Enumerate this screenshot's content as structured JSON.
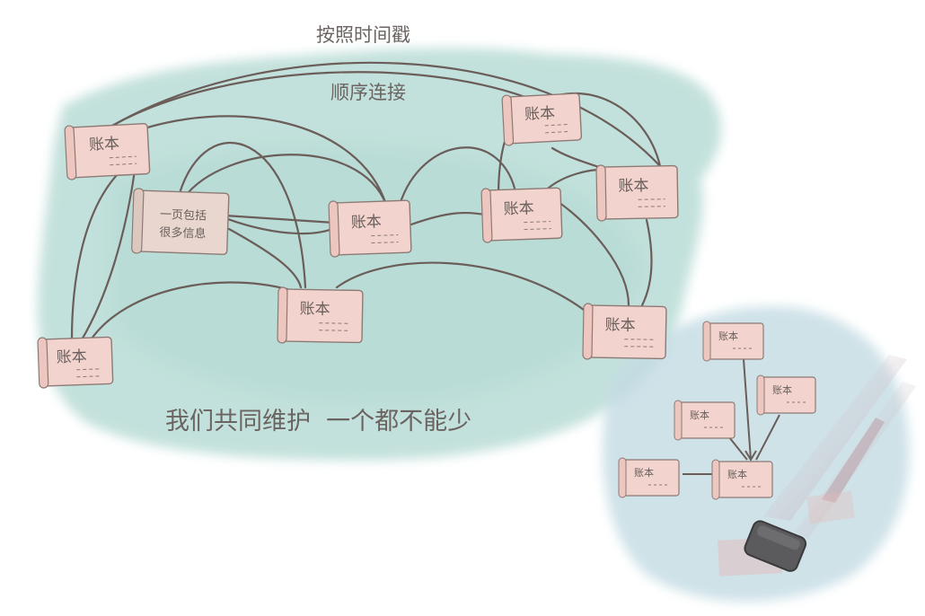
{
  "annotations": {
    "top_line1": "按照时间戳",
    "top_line2": "顺序连接",
    "bottom_caption": "我们共同维护  一个都不能少"
  },
  "ledger_label": "账本",
  "special_ledger": {
    "line1": "一页包括",
    "line2": "很多信息"
  },
  "colors": {
    "cloud_main": "#b9dcd6",
    "cloud_side": "#c3dbe3",
    "scroll_fill": "#f2d3cd",
    "scroll_edge": "#8d7a75",
    "link_line": "#6b5d59",
    "eraser": "#5b5a5c"
  }
}
